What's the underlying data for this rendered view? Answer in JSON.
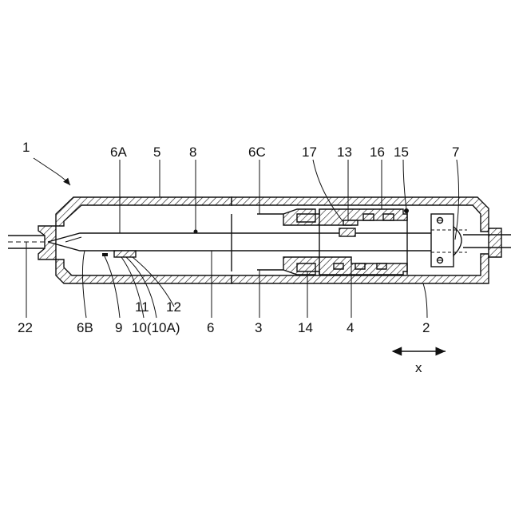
{
  "labels": {
    "l1": "1",
    "l6A": "6A",
    "l5": "5",
    "l8": "8",
    "l6C": "6C",
    "l17": "17",
    "l13": "13",
    "l16": "16",
    "l15": "15",
    "l7": "7",
    "l22": "22",
    "l6B": "6B",
    "l9": "9",
    "l10": "10(10A)",
    "l11": "11",
    "l12": "12",
    "l6": "6",
    "l3": "3",
    "l14": "14",
    "l4": "4",
    "l2": "2",
    "lx": "x"
  }
}
